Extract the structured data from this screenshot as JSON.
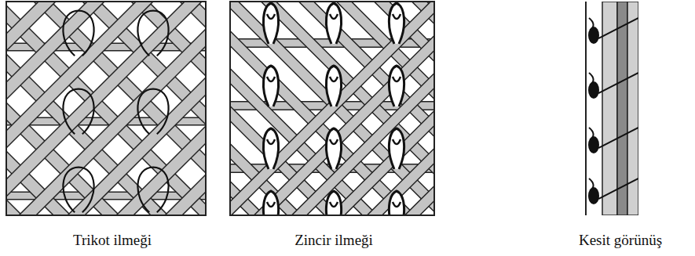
{
  "diagram": {
    "labels": [
      "Trikot ilmeği",
      "Zincir ilmeği",
      "Kesit görünüş"
    ]
  }
}
